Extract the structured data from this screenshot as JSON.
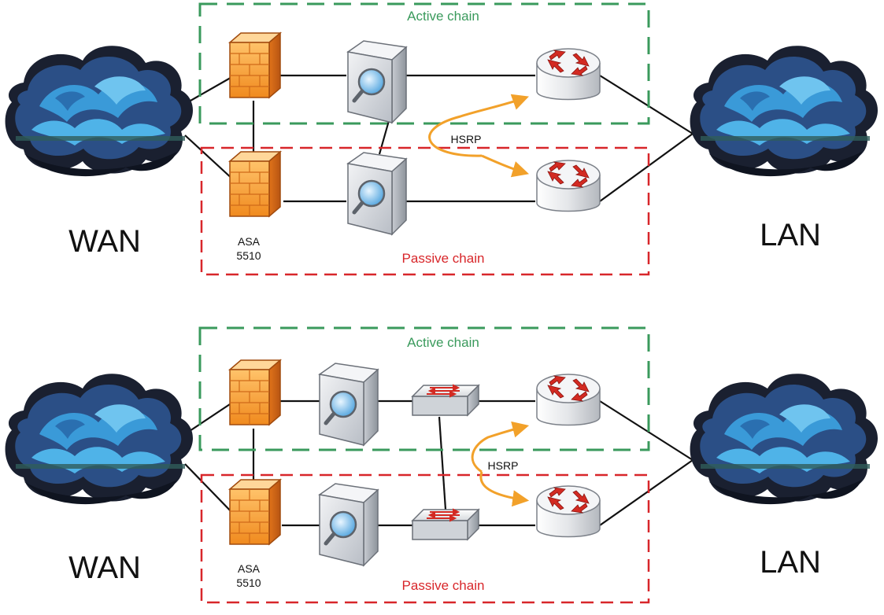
{
  "colors": {
    "active": "#3a9a5c",
    "passive": "#d8262a",
    "hsrp_arrow": "#f2a12a",
    "line": "#111111",
    "cloud_dark": "#171d2b",
    "cloud_blue": "#2f8fd0"
  },
  "diagrams": [
    {
      "wan_label": "WAN",
      "lan_label": "LAN",
      "active_label": "Active chain",
      "passive_label": "Passive chain",
      "hsrp_label": "HSRP",
      "firewall_label_1": "ASA",
      "firewall_label_2": "5510"
    },
    {
      "wan_label": "WAN",
      "lan_label": "LAN",
      "active_label": "Active chain",
      "passive_label": "Passive chain",
      "hsrp_label": "HSRP",
      "firewall_label_1": "ASA",
      "firewall_label_2": "5510"
    }
  ]
}
